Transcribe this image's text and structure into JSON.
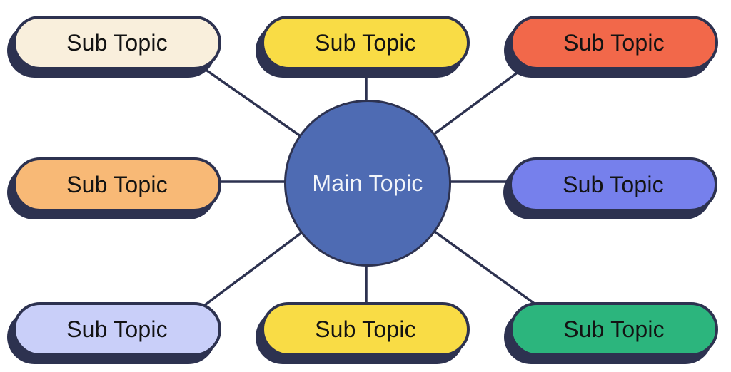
{
  "colors": {
    "background": "#ffffff",
    "stroke": "#2d3250",
    "center_fill": "#4e6bb3",
    "center_text": "#f2f5fa",
    "node_text": "#131313"
  },
  "diagram": {
    "center": {
      "label": "Main Topic",
      "fill": "#4e6bb3"
    },
    "sub_topics": [
      {
        "position": "top-left",
        "label": "Sub Topic",
        "fill": "#f9efdc"
      },
      {
        "position": "top-center",
        "label": "Sub Topic",
        "fill": "#f9dc45"
      },
      {
        "position": "top-right",
        "label": "Sub Topic",
        "fill": "#f2684a"
      },
      {
        "position": "middle-left",
        "label": "Sub Topic",
        "fill": "#f8b976"
      },
      {
        "position": "middle-right",
        "label": "Sub Topic",
        "fill": "#7680ec"
      },
      {
        "position": "bottom-left",
        "label": "Sub Topic",
        "fill": "#c9cff9"
      },
      {
        "position": "bottom-center",
        "label": "Sub Topic",
        "fill": "#f9dc45"
      },
      {
        "position": "bottom-right",
        "label": "Sub Topic",
        "fill": "#2cb57d"
      }
    ]
  }
}
